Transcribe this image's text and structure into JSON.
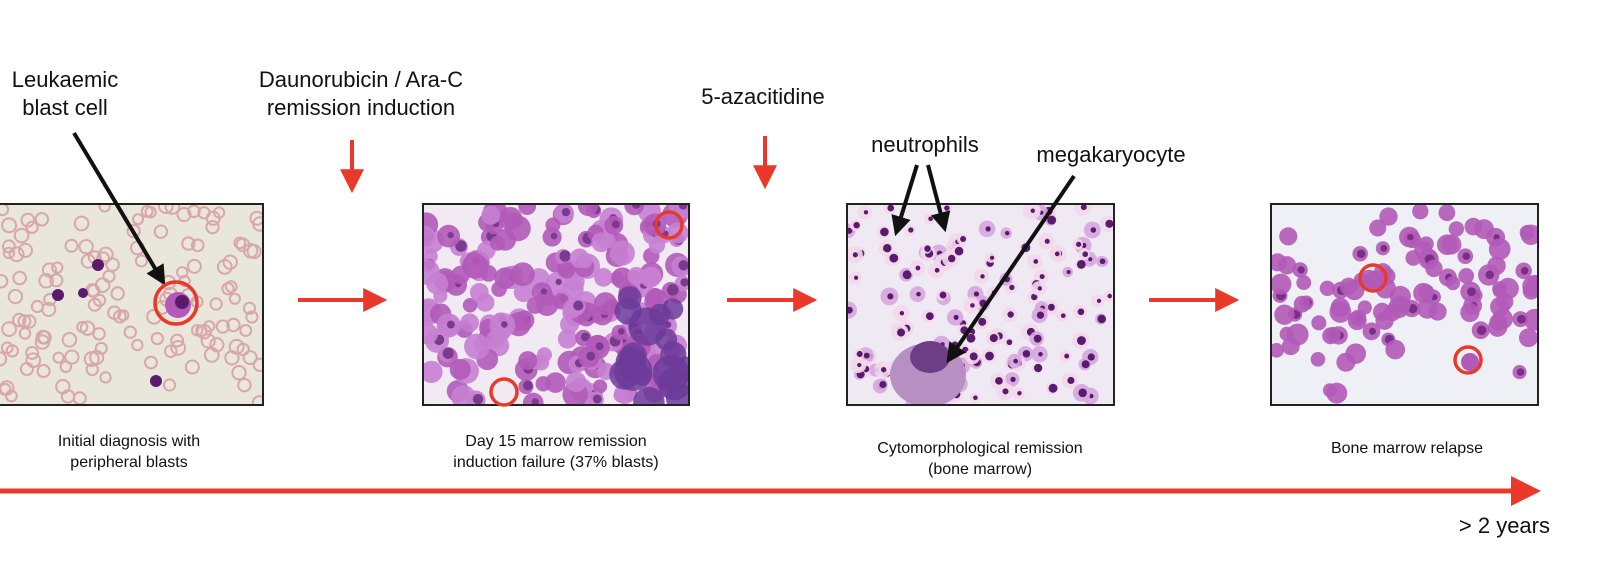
{
  "labels": {
    "blast_cell": [
      "Leukaemic",
      "blast cell"
    ],
    "induction": [
      "Daunorubicin / Ara-C",
      "remission induction"
    ],
    "azacitidine": "5-azacitidine",
    "neutrophils": "neutrophils",
    "megakaryocyte": "megakaryocyte"
  },
  "panels": [
    {
      "caption": [
        "Initial diagnosis with",
        "peripheral blasts"
      ]
    },
    {
      "caption": [
        "Day 15 marrow remission",
        "induction failure (37% blasts)"
      ]
    },
    {
      "caption": [
        "Cytomorphological remission",
        "(bone marrow)"
      ]
    },
    {
      "caption": [
        "Bone marrow relapse"
      ]
    }
  ],
  "timeline": {
    "label": "> 2 years"
  },
  "colors": {
    "arrow_red": "#e8392b",
    "circle_red": "#e8392b",
    "annotation_black": "#111111",
    "panel_border": "#222222",
    "smear_background": "#e9e6dc",
    "marrow_background": "#eee9f2",
    "blast_purple": "#b15ab8",
    "dark_nucleus": "#5a1a6e"
  }
}
